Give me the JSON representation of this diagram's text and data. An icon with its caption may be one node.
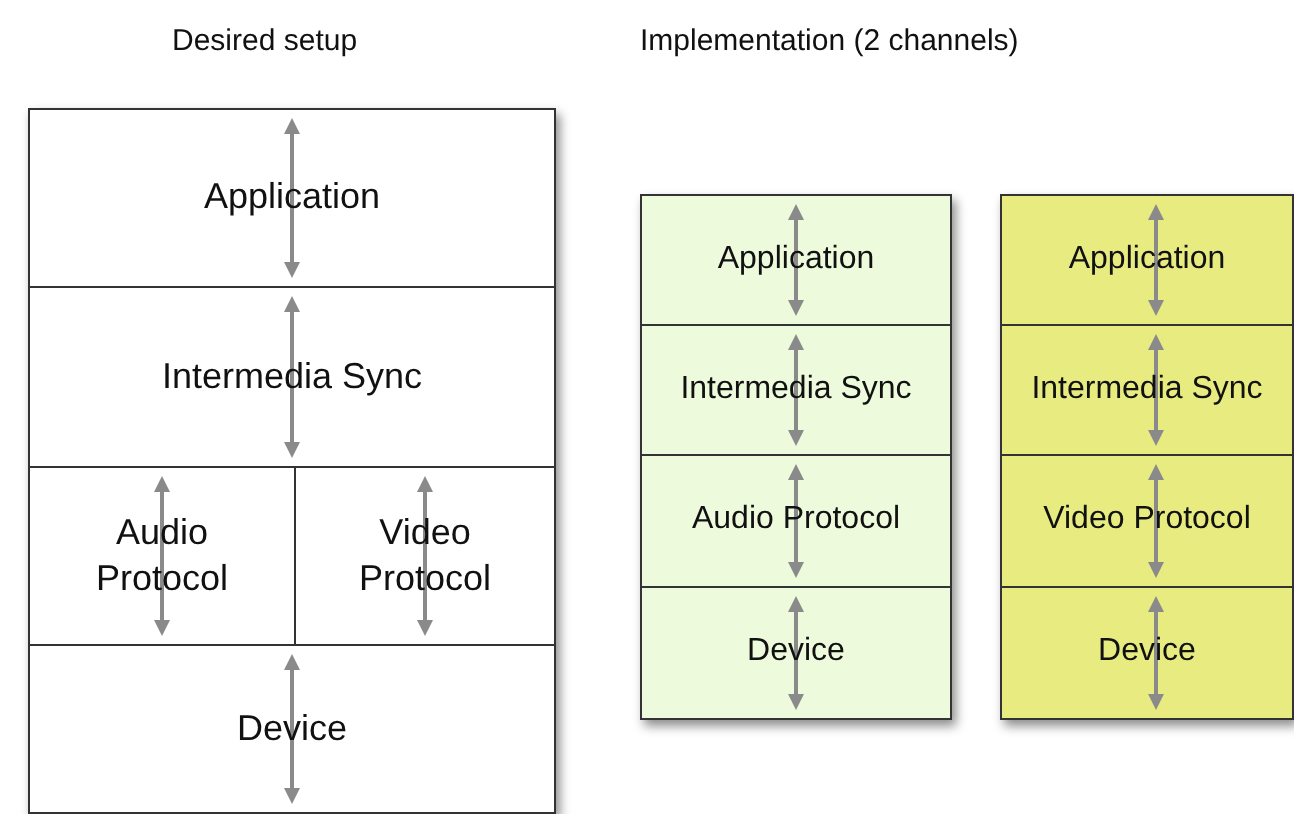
{
  "diagram": {
    "nodes": [
      {
        "text": [
          "Application"
        ]
      },
      {
        "text": [
          "Intermedia Sync"
        ]
      },
      {
        "text": [
          "Audio Protocol"
        ]
      },
      {
        "text": [
          "Video Protocol"
        ]
      },
      {
        "text": [
          "Device"
        ]
      },
      {
        "text": [
          "Application"
        ]
      },
      {
        "text": [
          "Intermedia Sync"
        ]
      },
      {
        "text": [
          "Audio Protocol"
        ]
      },
      {
        "text": [
          "Device"
        ]
      },
      {
        "text": [
          "Application"
        ]
      },
      {
        "text": [
          "Intermedia Sync"
        ]
      },
      {
        "text": [
          "Video Protocol"
        ]
      },
      {
        "text": [
          "Device"
        ]
      }
    ],
    "labels": [
      "Desired setup",
      "Implementation (2 channels)"
    ]
  }
}
